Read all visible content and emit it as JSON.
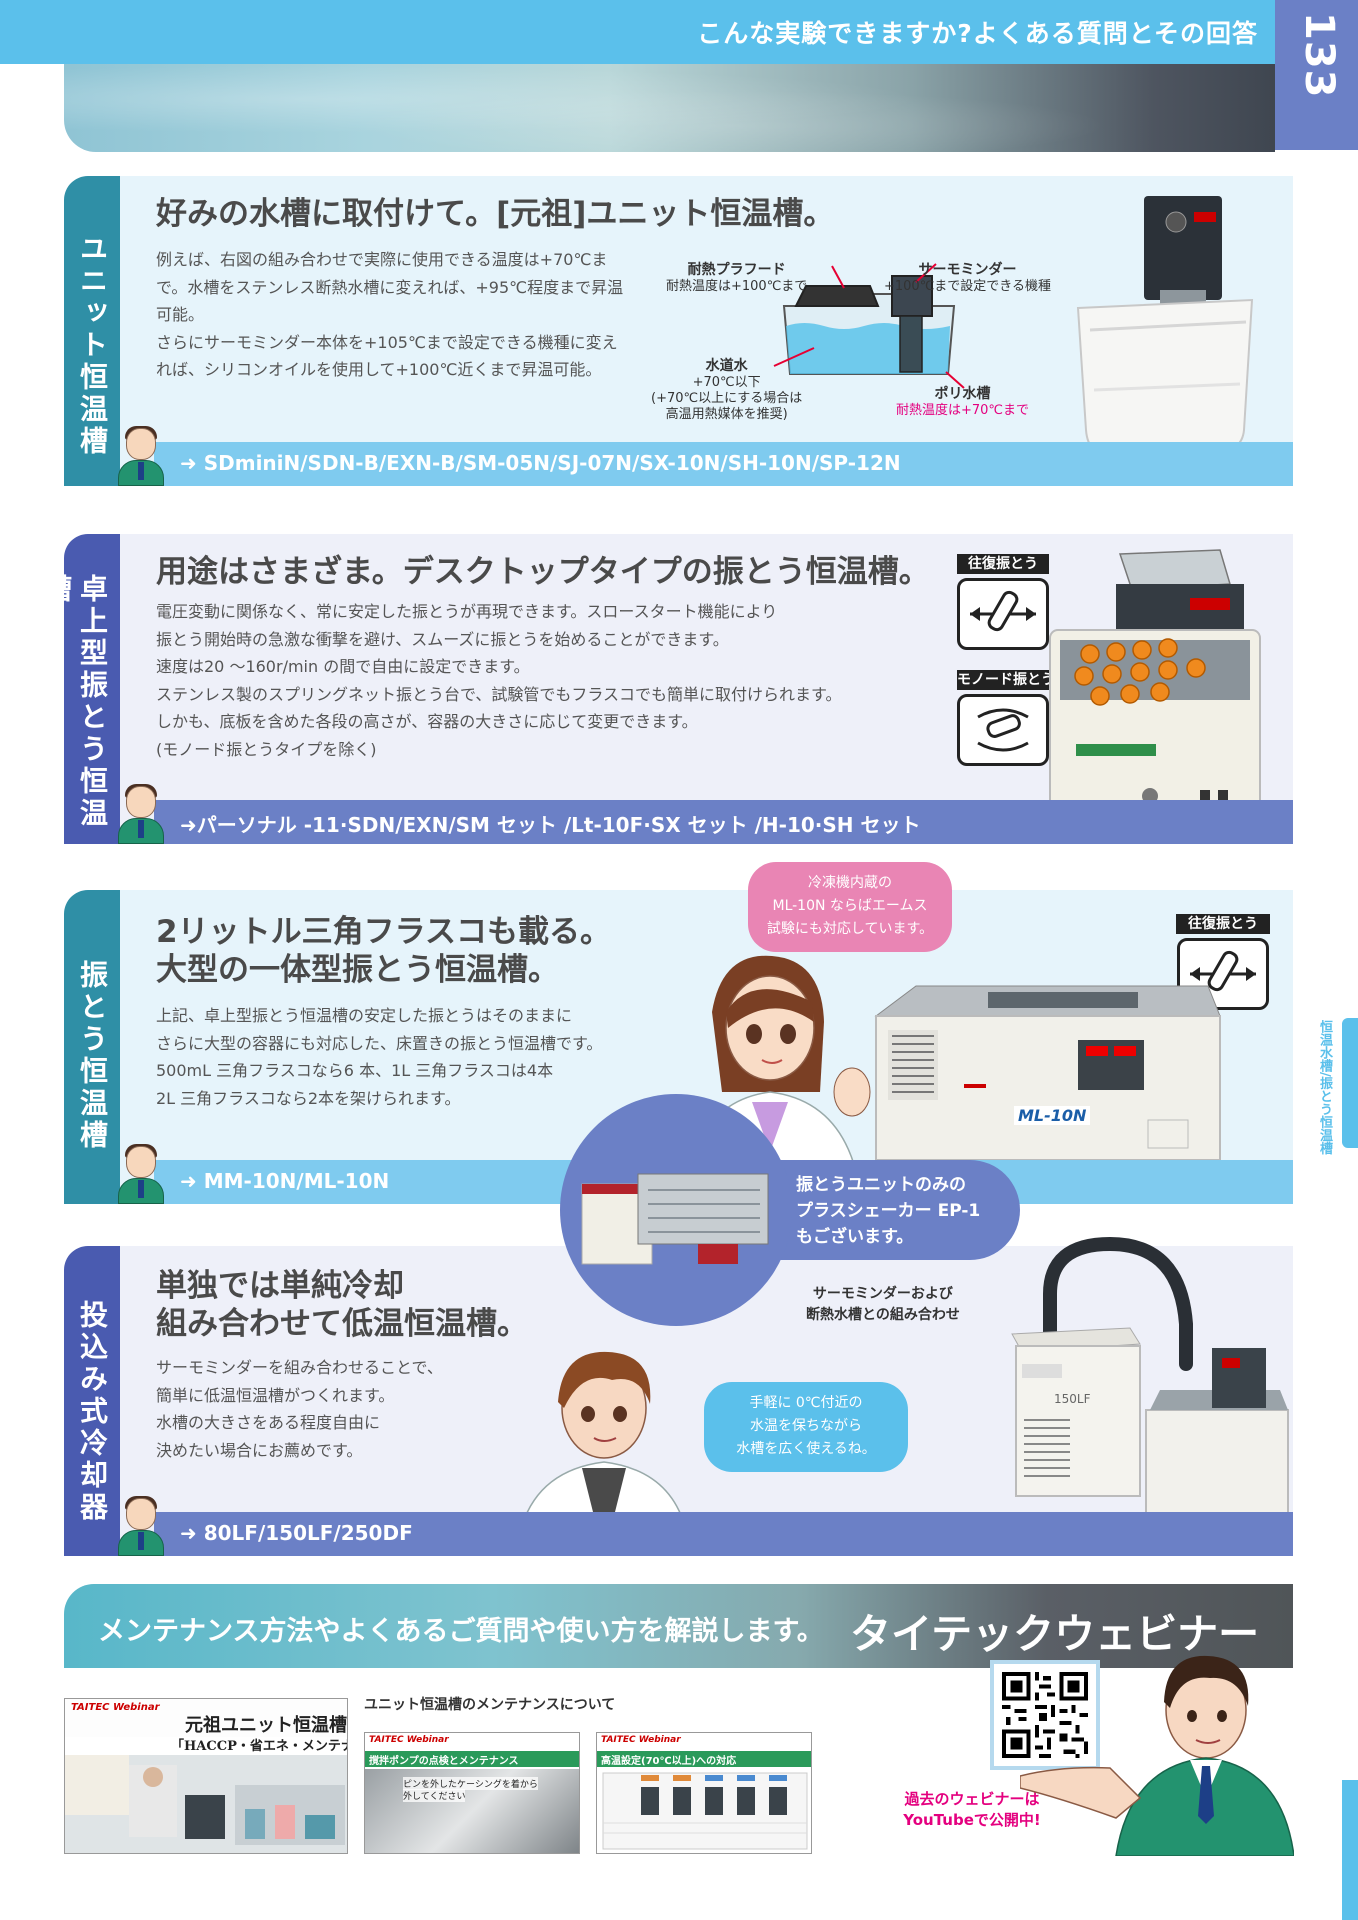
{
  "header": {
    "title": "こんな実験できますか?よくある質問とその回答",
    "page_number": "133"
  },
  "side_label": "恒温水槽/振とう恒温槽",
  "sections": [
    {
      "tab": "ユニット恒温槽",
      "title": "好みの水槽に取付けて。[元祖]ユニット恒温槽。",
      "body": [
        "例えば、右図の組み合わせで実際に使用できる温度は+70℃ま",
        "で。水槽をステンレス断熱水槽に変えれば、+95℃程度まで昇温",
        "可能。",
        "さらにサーモミンダー本体を+105℃まで設定できる機種に変え",
        "れば、シリコンオイルを使用して+100℃近くまで昇温可能。"
      ],
      "models": "➜ SDminiN/SDN-B/EXN-B/SM-05N/SJ-07N/SX-10N/SH-10N/SP-12N",
      "diagram": {
        "hood_title": "耐熱プラフード",
        "hood_note": "耐熱温度は+100℃まで",
        "thermo_title": "サーモミンダー",
        "thermo_note": "+100℃まで設定できる機種",
        "water_title": "水道水",
        "water_note1": "+70℃以下",
        "water_note2": "(+70℃以上にする場合は",
        "water_note3": "高温用熱媒体を推奨)",
        "tank_title": "ポリ水槽",
        "tank_note": "耐熱温度は+70℃まで"
      }
    },
    {
      "tab": "卓上型振とう恒温槽",
      "title": "用途はさまざま。デスクトップタイプの振とう恒温槽。",
      "body": [
        "電圧変動に関係なく、常に安定した振とうが再現できます。スロースタート機能により",
        "振とう開始時の急激な衝撃を避け、スムーズに振とうを始めることができます。",
        "速度は20 〜160r/min の間で自由に設定できます。",
        "ステンレス製のスプリングネット振とう台で、試験管でもフラスコでも簡単に取付けられます。",
        "しかも、底板を含めた各段の高さが、容器の大きさに応じて変更できます。",
        "(モノード振とうタイプを除く)"
      ],
      "models": "➜パーソナル -11·SDN/EXN/SM セット /Lt-10F·SX セット /H-10·SH セット",
      "icon_reciprocal": "往復振とう",
      "icon_monode": "モノード振とう"
    },
    {
      "tab": "振とう恒温槽",
      "title1": "2リットル三角フラスコも載る。",
      "title2": "大型の一体型振とう恒温槽。",
      "body": [
        "上記、卓上型振とう恒温槽の安定した振とうはそのままに",
        "さらに大型の容器にも対応した、床置きの振とう恒温槽です。",
        "500mL 三角フラスコなら6 本、1L 三角フラスコは4本",
        "2L 三角フラスコなら2本を架けられます。"
      ],
      "models": "➜ MM-10N/ML-10N",
      "bubble": [
        "冷凍機内蔵の",
        "ML-10N ならばエームス",
        "試験にも対応しています。"
      ],
      "icon_reciprocal": "往復振とう",
      "device_label": "ML-10N",
      "ep1": [
        "振とうユニットのみの",
        "プラスシェーカー EP-1",
        "もございます。"
      ]
    },
    {
      "tab": "投込み式冷却器",
      "title1": "単独では単純冷却",
      "title2": "組み合わせて低温恒温槽。",
      "body": [
        "サーモミンダーを組み合わせることで、",
        "簡単に低温恒温槽がつくれます。",
        "水槽の大きさをある程度自由に",
        "決めたい場合にお薦めです。"
      ],
      "models": "➜ 80LF/150LF/250DF",
      "combo_note": [
        "サーモミンダーおよび",
        "断熱水槽との組み合わせ"
      ],
      "bubble": [
        "手軽に 0℃付近の",
        "水温を保ちながら",
        "水槽を広く使えるね。"
      ],
      "device_label": "150LF"
    }
  ],
  "webinar": {
    "bar_text": "メンテナンス方法やよくあるご質問や使い方を解説します。",
    "brand": "タイテックウェビナー",
    "subtitle": "ユニット恒温槽のメンテナンスについて",
    "thumb1_tag": "TAITEC Webinar",
    "thumb1_title1": "元祖ユニット恒温槽",
    "thumb1_title2": "「HACCP・省エネ・メンテナンス」",
    "thumb2_tag": "TAITEC Webinar",
    "thumb2_heading": "撹拌ポンプの点検とメンテナンス",
    "thumb2_note1": "ピンを外したケーシングを着から",
    "thumb2_note2": "外してください",
    "thumb3_tag": "TAITEC Webinar",
    "thumb3_heading": "高温設定(70℃以上)への対応",
    "youtube_note": [
      "過去のウェビナーは",
      "YouTubeで公開中!"
    ]
  }
}
